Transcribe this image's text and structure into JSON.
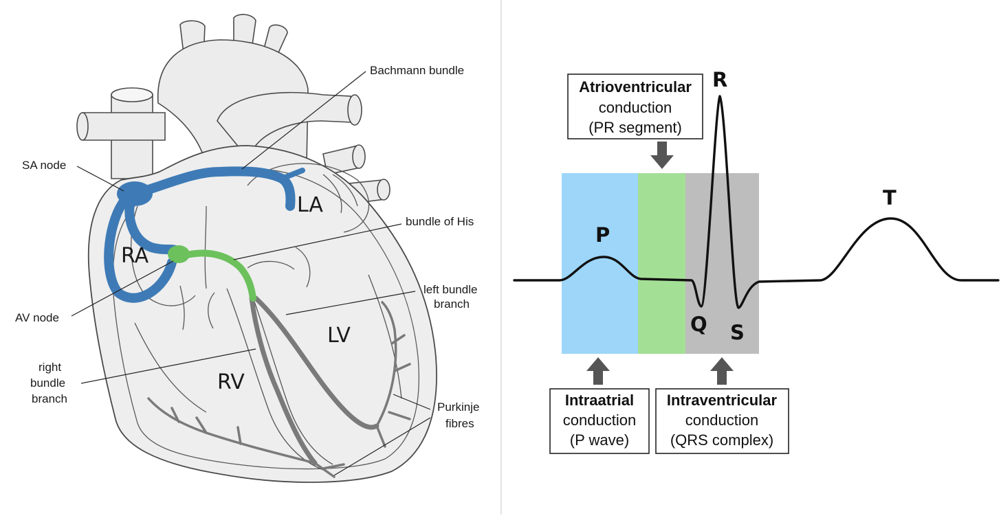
{
  "heart": {
    "chambers": {
      "ra": "RA",
      "la": "LA",
      "rv": "RV",
      "lv": "LV"
    },
    "callouts": {
      "bachmann": "Bachmann bundle",
      "sa_node": "SA node",
      "bundle_his": "bundle of His",
      "av_node": "AV node",
      "left_branch": [
        "left bundle",
        "branch"
      ],
      "right_branch": [
        "right",
        "bundle",
        "branch"
      ],
      "purkinje": [
        "Purkinje",
        "fibres"
      ]
    }
  },
  "ecg": {
    "waves": {
      "p": "P",
      "q": "Q",
      "r": "R",
      "s": "S",
      "t": "T"
    },
    "boxes": {
      "atrioventricular": [
        "Atrioventricular",
        "conduction",
        "(PR segment)"
      ],
      "intraatrial": [
        "Intraatrial",
        "conduction",
        "(P wave)"
      ],
      "intraventricular": [
        "Intraventricular",
        "conduction",
        "(QRS complex)"
      ]
    },
    "colors": {
      "p_zone": "#9dd6f9",
      "pr_zone": "#a4df96",
      "qrs_zone": "#bdbdbd",
      "sa_av_pathway": "#3e7bb6",
      "his_node": "#6cc15c",
      "purkinje": "#7a7a7a",
      "arrow": "#555555"
    }
  }
}
